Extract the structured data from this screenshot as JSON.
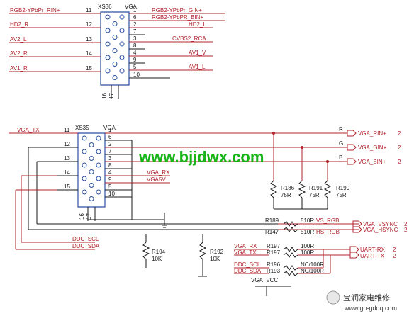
{
  "watermark": {
    "url": "www.bjjdwx.com",
    "badge": "宝润家电维修",
    "footer_url": "www.go-gddq.com"
  },
  "xs36": {
    "designator": "XS36",
    "type": "VGA",
    "left": [
      {
        "pin": "11",
        "signal": "RGB2-YPbPr_RIN+"
      },
      {
        "pin": "12",
        "signal": "HD2_R"
      },
      {
        "pin": "13",
        "signal": "AV2_L"
      },
      {
        "pin": "14",
        "signal": "AV2_R"
      },
      {
        "pin": "15",
        "signal": "AV1_R"
      }
    ],
    "right": [
      {
        "pin": "1",
        "signal": "RGB2-YPbPr_GIN+"
      },
      {
        "pin": "6",
        "signal": "RGB2-YPbPR_BIN+"
      },
      {
        "pin": "2",
        "signal": "HD2_L"
      },
      {
        "pin": "7",
        "signal": ""
      },
      {
        "pin": "3",
        "signal": "CVBS2_RCA"
      },
      {
        "pin": "8",
        "signal": ""
      },
      {
        "pin": "4",
        "signal": "AV1_V"
      },
      {
        "pin": "9",
        "signal": ""
      },
      {
        "pin": "5",
        "signal": "AV1_L"
      },
      {
        "pin": "10",
        "signal": ""
      }
    ],
    "bottom": [
      "16",
      "17"
    ]
  },
  "xs35": {
    "designator": "XS35",
    "type": "VGA",
    "left": [
      {
        "pin": "11",
        "signal": "VGA_TX"
      },
      {
        "pin": "12",
        "signal": ""
      },
      {
        "pin": "13",
        "signal": ""
      },
      {
        "pin": "14",
        "signal": ""
      },
      {
        "pin": "15",
        "signal": ""
      }
    ],
    "right": [
      {
        "pin": "1",
        "signal": ""
      },
      {
        "pin": "6",
        "signal": ""
      },
      {
        "pin": "2",
        "signal": ""
      },
      {
        "pin": "7",
        "signal": ""
      },
      {
        "pin": "3",
        "signal": ""
      },
      {
        "pin": "8",
        "signal": ""
      },
      {
        "pin": "4",
        "signal": "VGA_RX"
      },
      {
        "pin": "9",
        "signal": "VGA5V"
      },
      {
        "pin": "5",
        "signal": ""
      },
      {
        "pin": "10",
        "signal": ""
      }
    ],
    "bottom": [
      "16",
      "17"
    ]
  },
  "color_labels": [
    "R",
    "G",
    "B"
  ],
  "outputs": [
    {
      "net": "VGA_RIN+",
      "sheet": "2"
    },
    {
      "net": "VGA_GIN+",
      "sheet": "2"
    },
    {
      "net": "VGA_BIN+",
      "sheet": "2"
    },
    {
      "net": "VGA_VSYNC",
      "sheet": "2"
    },
    {
      "net": "VGA_HSYNC",
      "sheet": "2"
    },
    {
      "net": "UART-RX",
      "sheet": "2"
    },
    {
      "net": "UART-TX",
      "sheet": "2"
    }
  ],
  "term_resistors": [
    {
      "ref": "R186",
      "value": "75R"
    },
    {
      "ref": "R191",
      "value": "75R"
    },
    {
      "ref": "R190",
      "value": "75R"
    }
  ],
  "series_resistors": [
    {
      "net": "VS_RGB",
      "ref": "R189",
      "value": "510R"
    },
    {
      "net": "HS_RGB",
      "ref": "R147",
      "value": "510R"
    },
    {
      "net": "VGA_RX",
      "ref": "R197",
      "value": "100R"
    },
    {
      "net": "VGA_TX",
      "ref": "R197",
      "value": "100R"
    },
    {
      "net": "DDC_SCL",
      "ref": "R196",
      "value": "NC/100R"
    },
    {
      "net": "DDC_SDA",
      "ref": "R193",
      "value": "NC/100R"
    }
  ],
  "pullups": [
    {
      "ref": "R194",
      "value": "10K"
    },
    {
      "ref": "R192",
      "value": "10K"
    }
  ],
  "ddc_labels": [
    "DDC_SCL",
    "DDC_SDA"
  ],
  "supply": "VGA_VCC"
}
